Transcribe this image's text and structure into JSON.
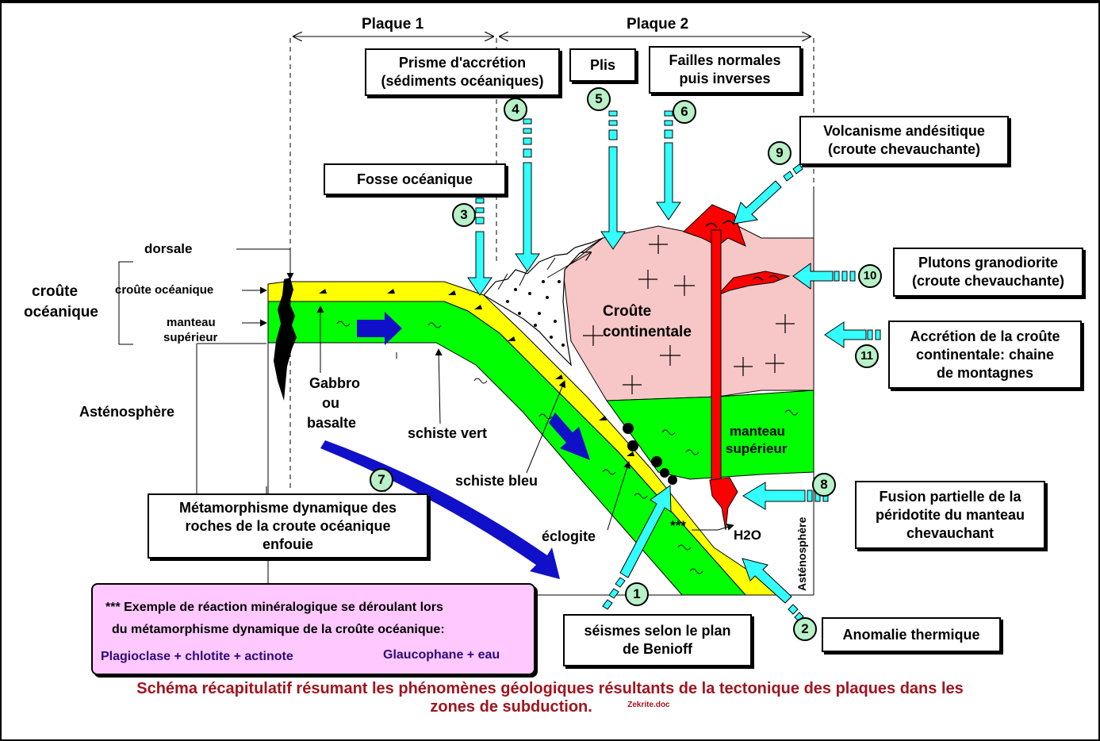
{
  "plates": {
    "plate1": "Plaque 1",
    "plate2": "Plaque 2"
  },
  "callouts": {
    "c1": {
      "number": "1",
      "line1": "séismes selon le plan",
      "line2": "de Benioff"
    },
    "c2": {
      "number": "2",
      "line1": "Anomalie thermique"
    },
    "c3": {
      "number": "3",
      "line1": "Fosse océanique"
    },
    "c4": {
      "number": "4",
      "line1": "Prisme d'accrétion",
      "line2": "(sédiments océaniques)"
    },
    "c5": {
      "number": "5",
      "line1": "Plis"
    },
    "c6": {
      "number": "6",
      "line1": "Failles normales",
      "line2": "puis inverses"
    },
    "c7": {
      "number": "7",
      "line1": "Métamorphisme dynamique des",
      "line2": "roches de la croute océanique",
      "line3": "enfouie"
    },
    "c8": {
      "number": "8",
      "line1": "Fusion partielle de la",
      "line2": "péridotite du manteau",
      "line3": "chevauchant"
    },
    "c9": {
      "number": "9",
      "line1": "Volcanisme andésitique",
      "line2": "(croute chevauchante)"
    },
    "c10": {
      "number": "10",
      "line1": "Plutons granodiorite",
      "line2": "(croute chevauchante)"
    },
    "c11": {
      "number": "11",
      "line1": "Accrétion de la croûte",
      "line2": "continentale: chaine",
      "line3": "de montagnes"
    }
  },
  "labels": {
    "dorsale": "dorsale",
    "oceanic_crust_group1": "croûte",
    "oceanic_crust_group2": "océanique",
    "oceanic_crust": "croûte océanique",
    "upper_mantle_l1": "manteau",
    "upper_mantle_l2": "supérieur",
    "asthenosphere": "Asténosphère",
    "gabbro_l1": "Gabbro",
    "gabbro_l2": "ou",
    "gabbro_l3": "basalte",
    "greenschist": "schiste vert",
    "blueschist": "schiste bleu",
    "eclogite": "éclogite",
    "continental_crust_l1": "Croûte",
    "continental_crust_l2": "continentale",
    "mantle_right_l1": "manteau",
    "mantle_right_l2": "supérieur",
    "stars": "***",
    "water": "H2O",
    "asthenosphere_vertical": "Asténosphère"
  },
  "note": {
    "line1": "*** Exemple de réaction minéralogique se déroulant lors",
    "line2": "du métamorphisme dynamique de la croûte océanique:",
    "reactants": "Plagioclase + chlotite + actinote",
    "products": "Glaucophane + eau"
  },
  "caption": {
    "line1": "Schéma récapitulatif résumant les phénomènes géologiques résultants de la tectonique des plaques dans les",
    "line2": "zones de subduction.",
    "credit": "Zekrite.doc"
  },
  "colors": {
    "yellow_crust": "#ffff00",
    "green_mantle": "#00ff00",
    "continental_pink": "#f7c6c6",
    "magma_red": "#ff0000",
    "cyan_arrow": "#33ffff",
    "blue_arrow": "#1010c8",
    "badge_green": "#b8f0c8",
    "note_pink": "#ffc8ff",
    "caption_red": "#a0141e"
  }
}
